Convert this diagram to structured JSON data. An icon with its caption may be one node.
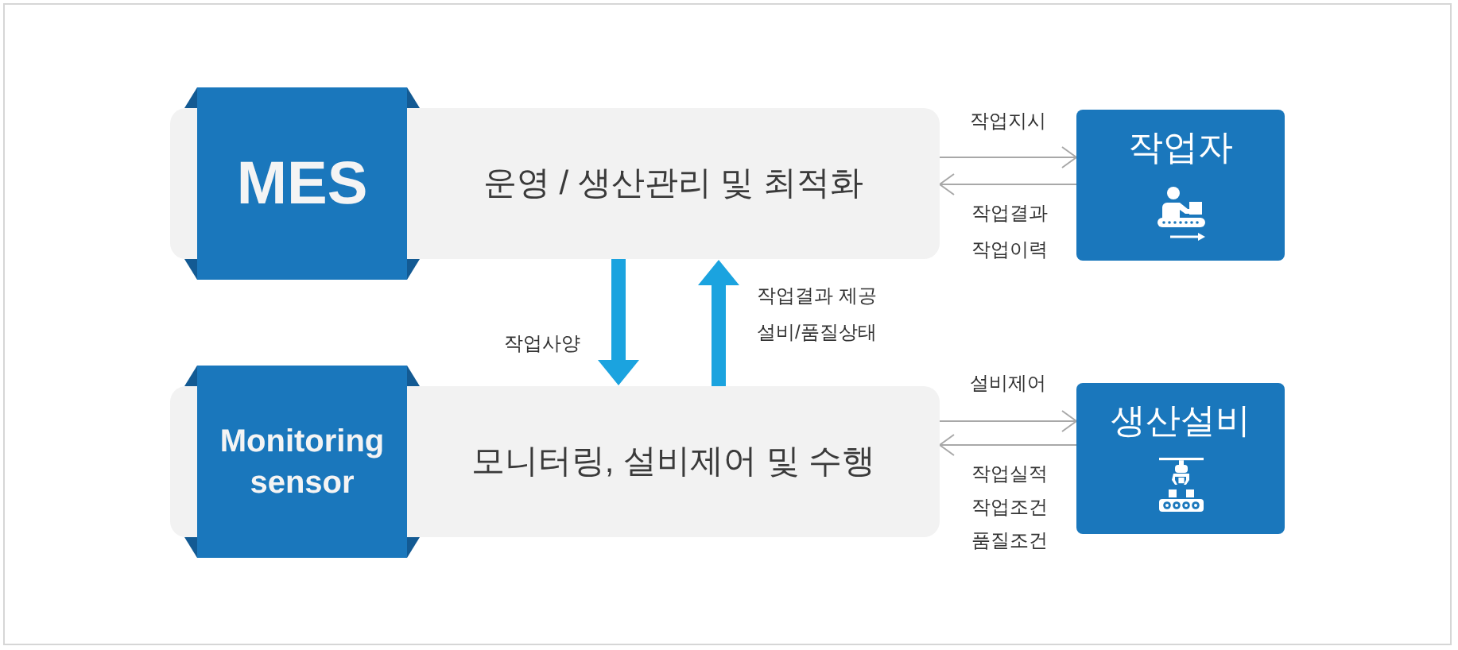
{
  "diagram": {
    "nodes": [
      {
        "text": [
          "MES"
        ]
      },
      {
        "text": [
          "운영 / 생산관리 및 최적화"
        ]
      },
      {
        "text": [
          "작업자"
        ]
      },
      {
        "text": [
          "Monitoring sensor"
        ]
      },
      {
        "text": [
          "모니터링, 설비제어 및 수행"
        ]
      },
      {
        "text": [
          "생산설비"
        ]
      }
    ],
    "edges": [
      {
        "from": 1,
        "to": 2,
        "arrow": "to",
        "label": "작업지시"
      },
      {
        "from": 2,
        "to": 1,
        "arrow": "to",
        "label": "작업결과 작업이력"
      },
      {
        "from": 1,
        "to": 4,
        "arrow": "to",
        "label": "작업사양",
        "style": "thick",
        "color": "#1ba3df"
      },
      {
        "from": 4,
        "to": 1,
        "arrow": "to",
        "label": "작업결과 제공 설비/품질상태",
        "style": "thick",
        "color": "#1ba3df"
      },
      {
        "from": 4,
        "to": 5,
        "arrow": "to",
        "label": "설비제어"
      },
      {
        "from": 5,
        "to": 4,
        "arrow": "to",
        "label": "작업실적 작업조건 품질조건"
      }
    ]
  }
}
